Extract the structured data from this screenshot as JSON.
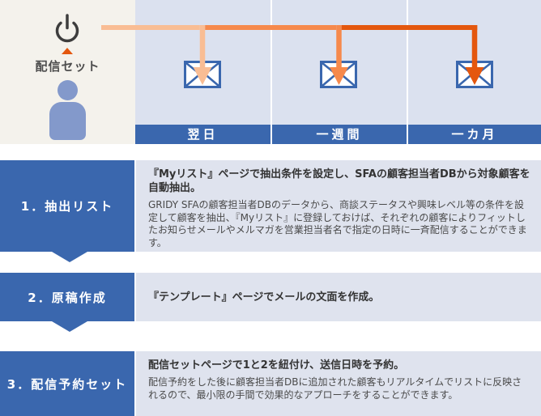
{
  "colors": {
    "blue": "#3a67ae",
    "panel-blue": "#dbe1ef",
    "panel-gray": "#f4f2ec",
    "content-bg": "#dfe3ee",
    "orange-light": "#f9bd94",
    "orange-mid": "#f6894c",
    "orange-dark": "#e4570e",
    "person-blue": "#8399cb",
    "power-dark": "#3d3d3d",
    "text-dark": "#333333",
    "text-body": "#4a4a4a"
  },
  "source": {
    "label": "配信セット",
    "power_icon": "power-icon",
    "person_icon": "person-icon"
  },
  "timeline": [
    {
      "label": "翌日"
    },
    {
      "label": "一週間"
    },
    {
      "label": "一カ月"
    }
  ],
  "steps": [
    {
      "title": "1．抽出リスト",
      "heading": "『Myリスト』ページで抽出条件を設定し、SFAの顧客担当者DBから対象顧客を自動抽出。",
      "body": "GRIDY SFAの顧客担当者DBのデータから、商談ステータスや興味レベル等の条件を設定して顧客を抽出、『Myリスト』に登録しておけば、それぞれの顧客によりフィットしたお知らせメールやメルマガを営業担当者名で指定の日時に一斉配信することができます。"
    },
    {
      "title": "2．原稿作成",
      "heading": "『テンプレート』ページでメールの文面を作成。",
      "body": ""
    },
    {
      "title": "3．配信予約セット",
      "heading": "配信セットページで1と2を紐付け、送信日時を予約。",
      "body": "配信予約をした後に顧客担当者DBに追加された顧客もリアルタイムでリストに反映されるので、最小限の手間で効果的なアプローチをすることができます。"
    }
  ]
}
